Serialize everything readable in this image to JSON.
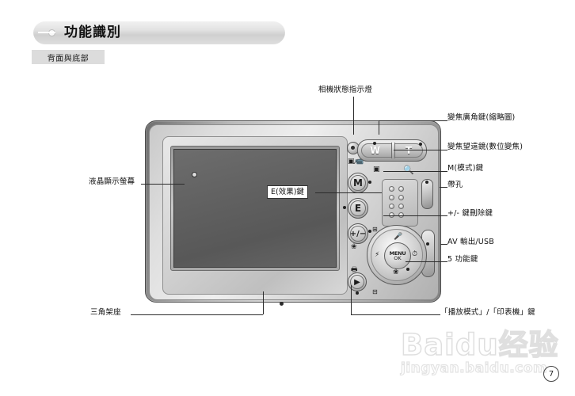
{
  "header": {
    "title": "功能識別",
    "subtitle": "背面與底部"
  },
  "labels": {
    "top_status_led": "相機狀態指示燈",
    "right": [
      {
        "text": "變焦廣角鍵(縮略圖)"
      },
      {
        "text": "變焦望遠鏡(數位變焦)"
      },
      {
        "text": "M(模式)鍵"
      },
      {
        "text": "帶孔"
      },
      {
        "text": "+/- 鍵刪除鍵"
      },
      {
        "text": "AV 輸出/USB"
      },
      {
        "text": "5 功能鍵"
      },
      {
        "text": "「播放模式」/「印表機」鍵"
      }
    ],
    "left": [
      {
        "text": "液晶顯示螢幕"
      },
      {
        "text": "三角架座"
      }
    ],
    "boxed": {
      "text": "E(效果)鍵"
    }
  },
  "camera": {
    "zoom_w": "W",
    "zoom_t": "T",
    "btn_m": "M",
    "btn_e": "E",
    "btn_ev": "+/−",
    "btn_play": "▶",
    "pad_menu": "MENU",
    "pad_ok": "OK",
    "pad_icon_up": "🎤",
    "pad_icon_left": "⚡",
    "pad_icon_right": "⏱",
    "pad_icon_down": "❀",
    "icon_cam_vid": "▣,📹",
    "icon_thumb": "▣",
    "icon_search": "🔍",
    "icon_flower": "❀",
    "icon_printer": "🖶",
    "tag_av": "⊞",
    "tag_batt": "⊟"
  },
  "watermark": {
    "main": "Baidu经验",
    "sub": "jingyan.baidu.com"
  },
  "footer": {
    "page_number": "7"
  }
}
